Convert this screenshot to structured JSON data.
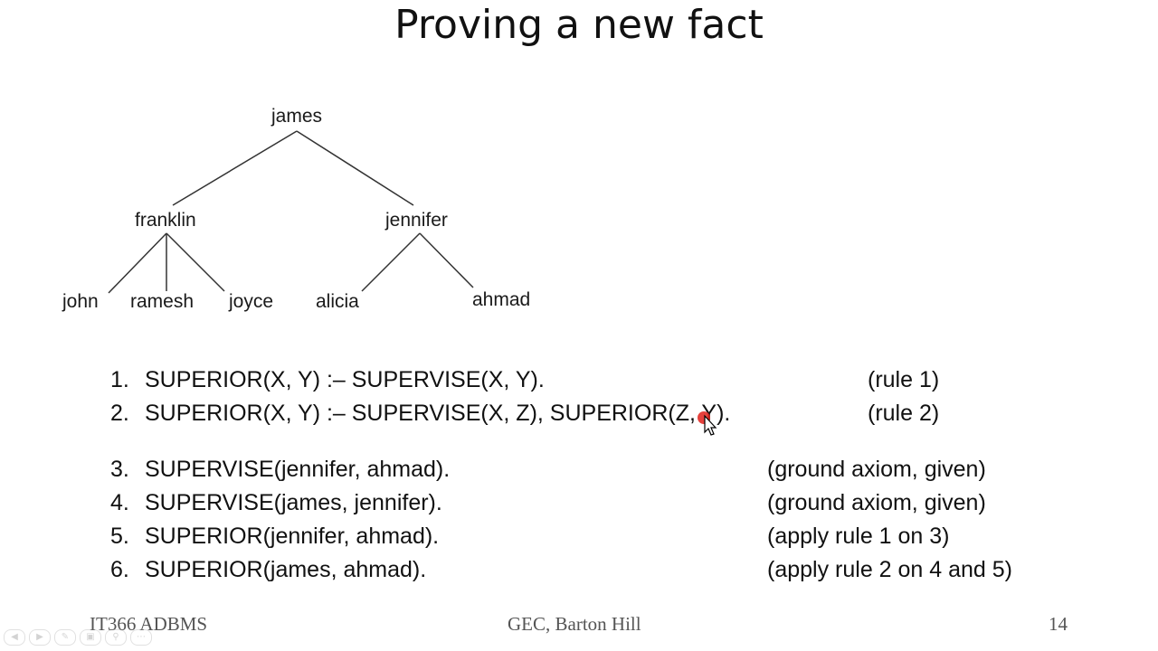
{
  "slide": {
    "title": "Proving a new fact"
  },
  "tree": {
    "root": "james",
    "level1": [
      "franklin",
      "jennifer"
    ],
    "leaves_franklin": [
      "john",
      "ramesh",
      "joyce"
    ],
    "leaves_jennifer": [
      "alicia",
      "ahmad"
    ]
  },
  "rules": [
    {
      "num": "1.",
      "text": "SUPERIOR(X, Y) :– SUPERVISE(X, Y).",
      "note": "(rule 1)"
    },
    {
      "num": "2.",
      "text": "SUPERIOR(X, Y) :– SUPERVISE(X, Z), SUPERIOR(Z, Y).",
      "note": "(rule 2)"
    },
    {
      "num": "3.",
      "text": "SUPERVISE(jennifer, ahmad).",
      "note": "(ground axiom, given)"
    },
    {
      "num": "4.",
      "text": "SUPERVISE(james, jennifer).",
      "note": "(ground axiom, given)"
    },
    {
      "num": "5.",
      "text": "SUPERIOR(jennifer, ahmad).",
      "note": "(apply rule 1 on 3)"
    },
    {
      "num": "6.",
      "text": "SUPERIOR(james, ahmad).",
      "note": "(apply rule 2 on 4 and 5)"
    }
  ],
  "footer": {
    "left": "IT366 ADBMS",
    "center": "GEC, Barton Hill",
    "page": "14"
  },
  "controls": [
    "prev-icon",
    "next-icon",
    "pen-icon",
    "slides-icon",
    "zoom-icon",
    "more-icon"
  ],
  "colors": {
    "pointer": "#e0201a",
    "text": "#111111"
  }
}
